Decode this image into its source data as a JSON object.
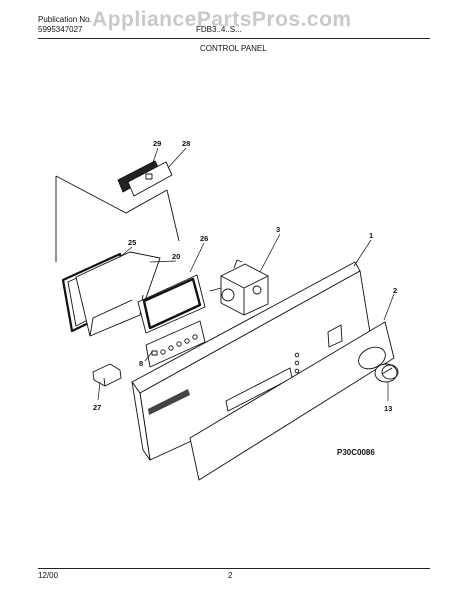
{
  "header": {
    "publication_label": "Publication No.",
    "publication_number": "5995347027",
    "model": "FDB3..4..S...",
    "section_title": "CONTROL PANEL"
  },
  "watermark": "AppliancePartsPros.com",
  "callouts": [
    "29",
    "28",
    "3",
    "1",
    "25",
    "26",
    "20",
    "2",
    "8",
    "27",
    "13"
  ],
  "diagram_code": "P30C0086",
  "footer": {
    "date": "12/00",
    "page": "2"
  }
}
